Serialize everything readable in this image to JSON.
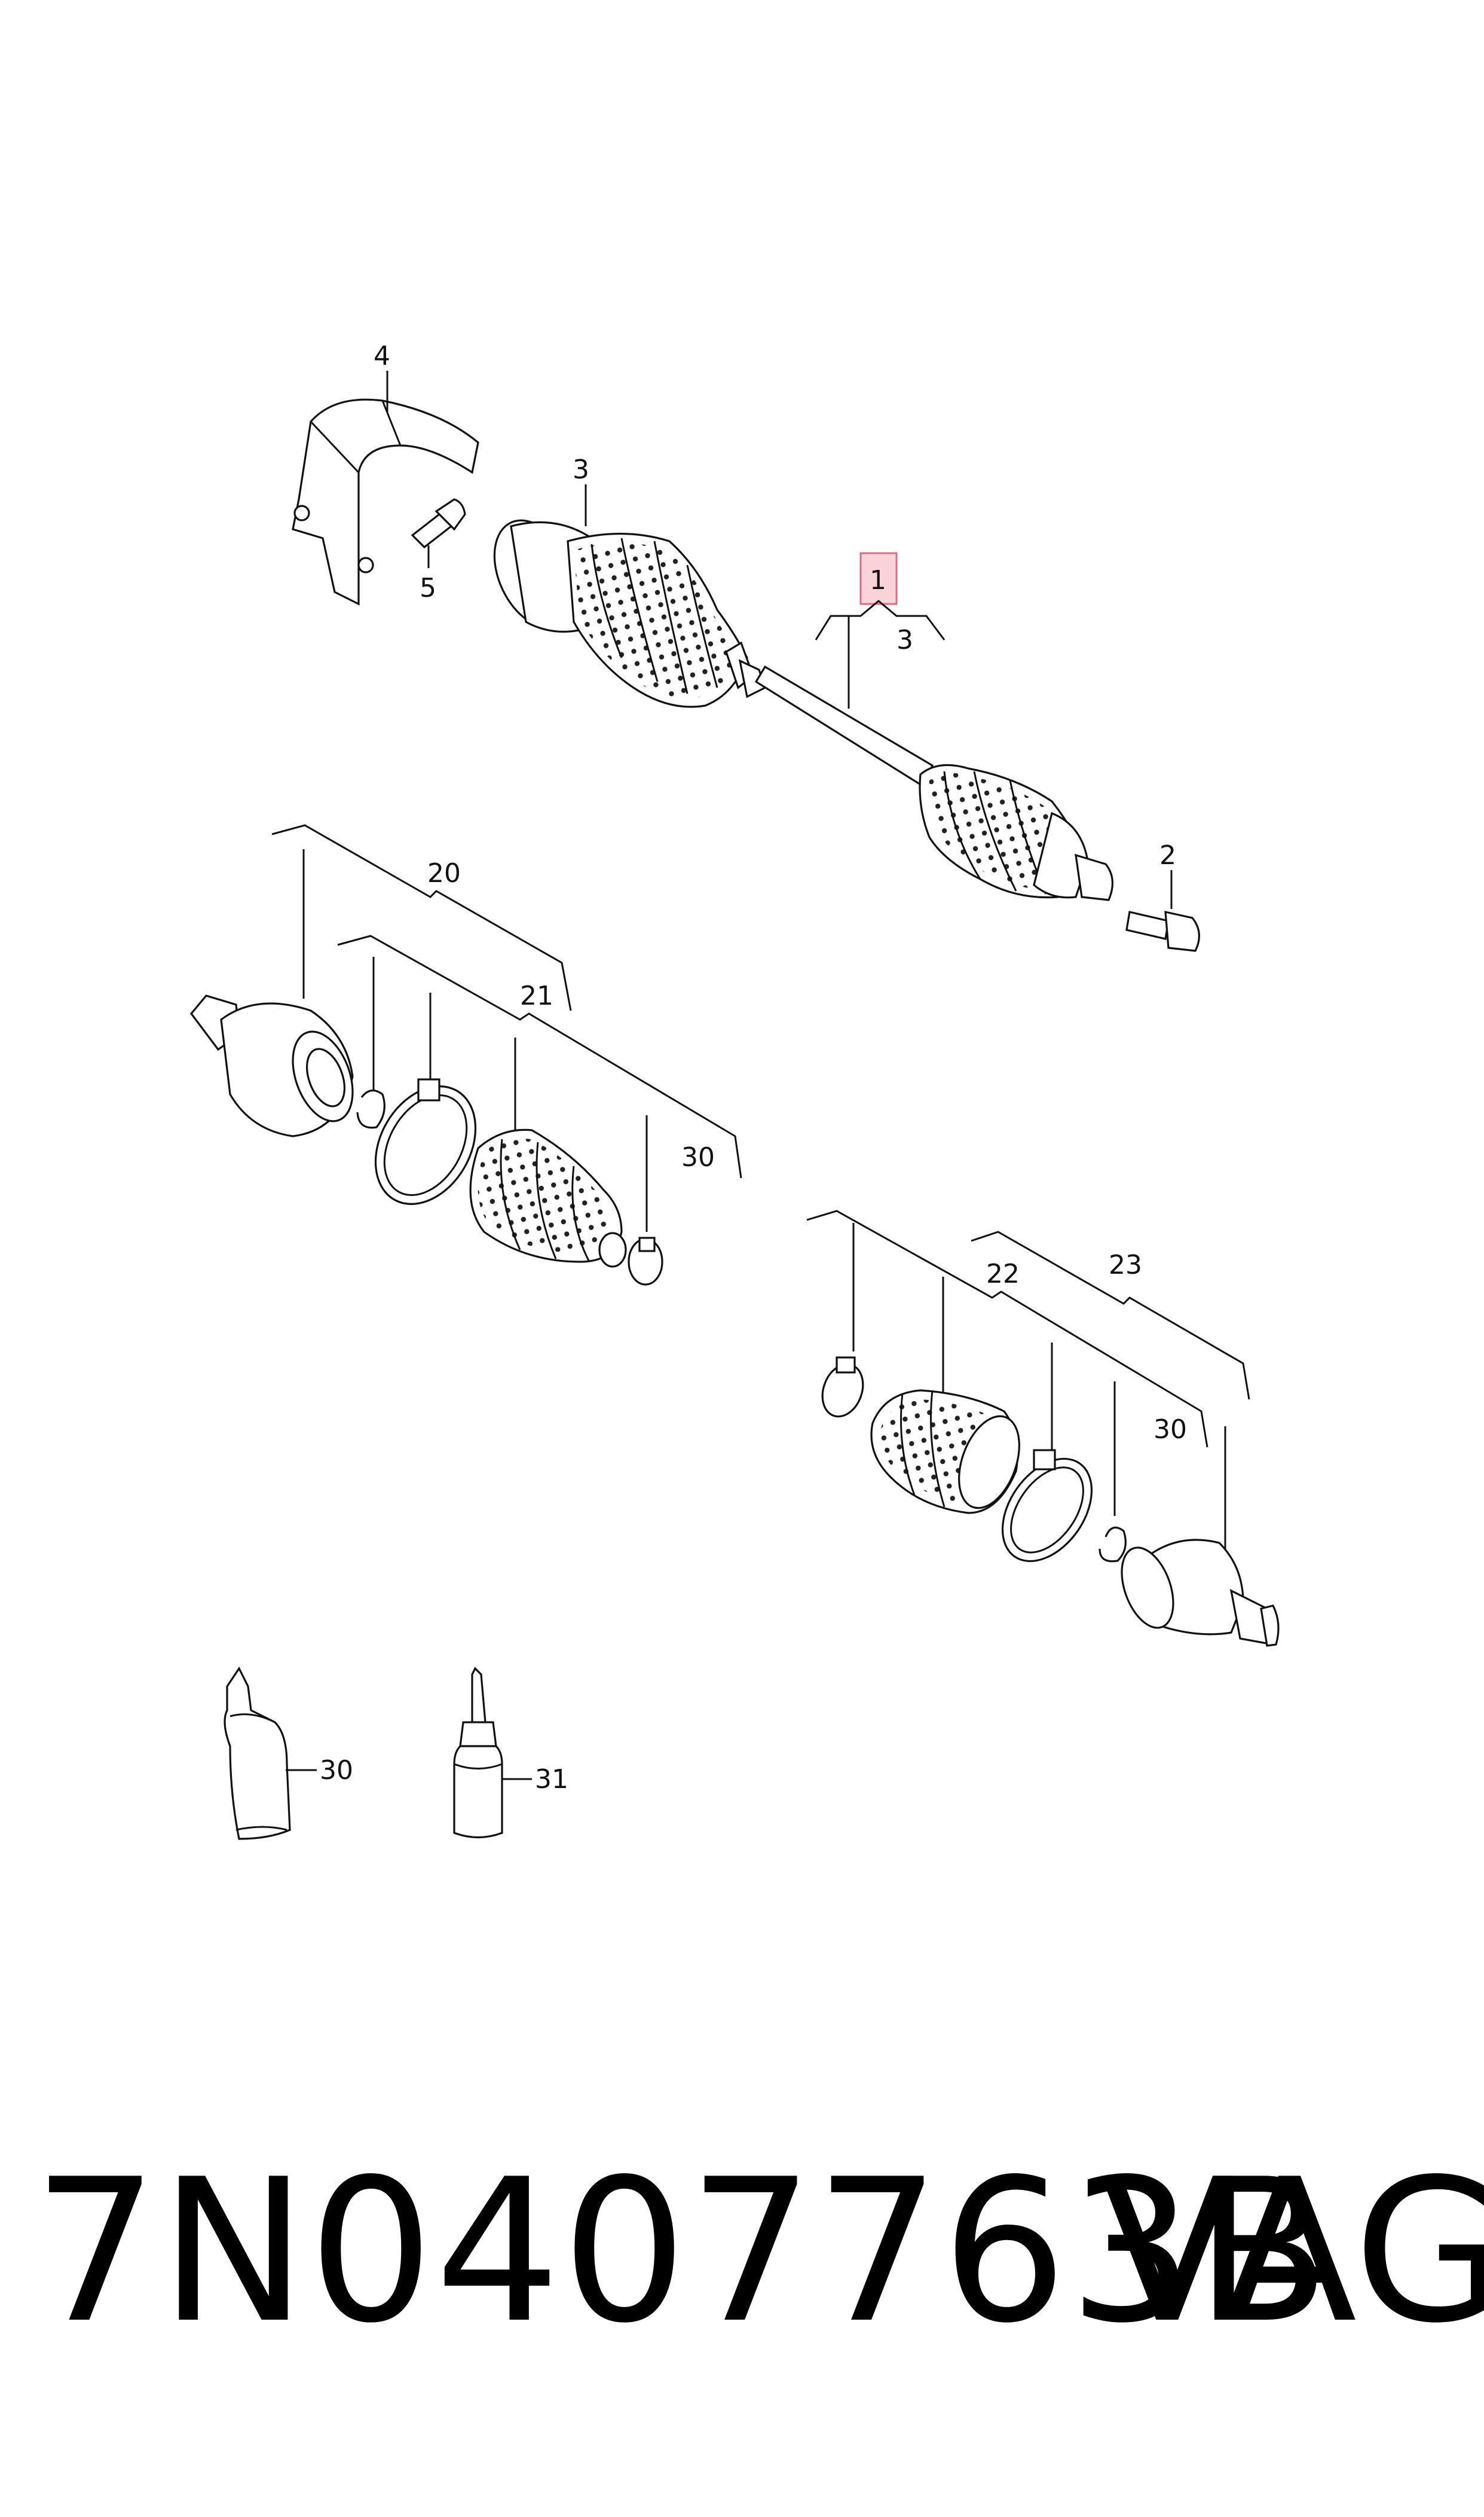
{
  "callouts": {
    "c1": "1",
    "c3_top": "3",
    "c3_sub": "3",
    "c4": "4",
    "c5": "5",
    "c2": "2",
    "c20": "20",
    "c21": "21",
    "c30_a": "30",
    "c22": "22",
    "c23": "23",
    "c30_b": "30",
    "c30_c": "30",
    "c31": "31"
  },
  "footer": {
    "part_number": "7N0407763B",
    "brand": "VAG"
  },
  "colors": {
    "highlight_fill": "#f9d3d8",
    "highlight_stroke": "#e06b80",
    "line": "#111111"
  }
}
